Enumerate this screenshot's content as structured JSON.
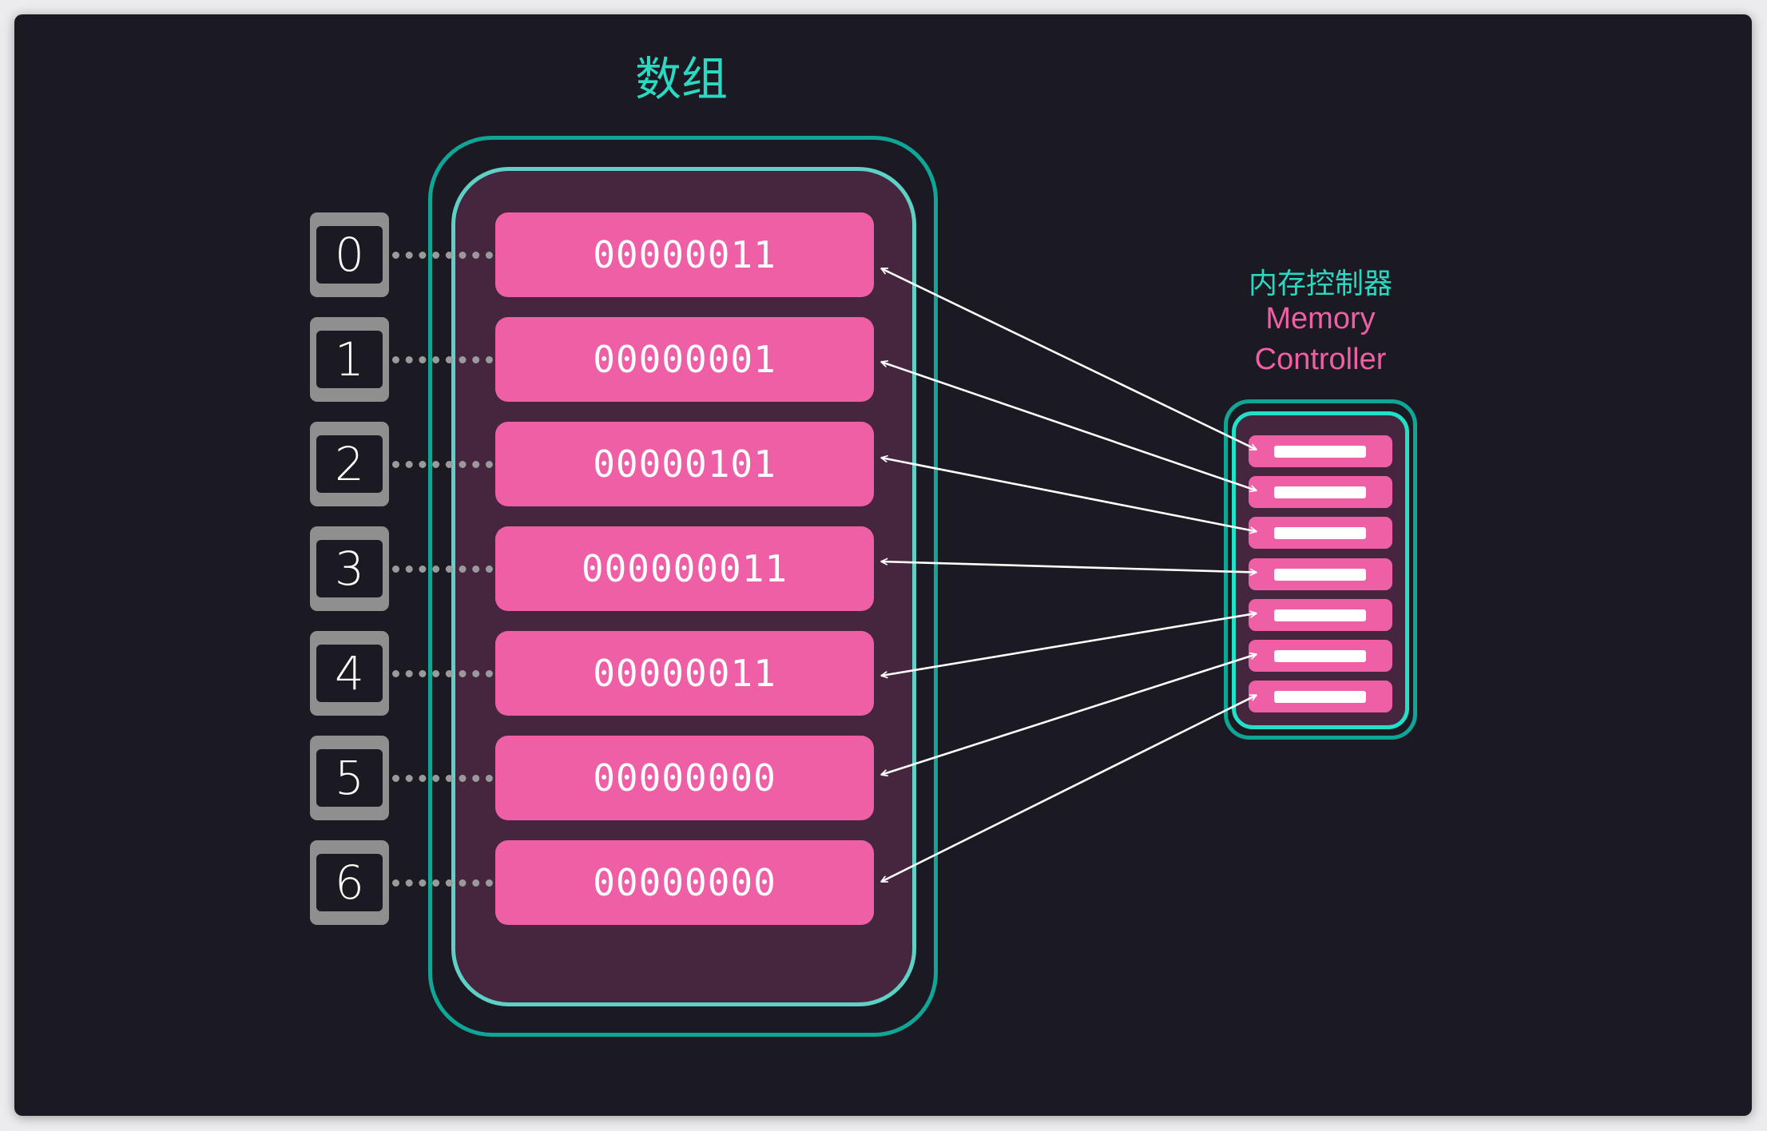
{
  "title": "数组",
  "array": {
    "indices": [
      "0",
      "1",
      "2",
      "3",
      "4",
      "5",
      "6"
    ],
    "cells": [
      "00000011",
      "00000001",
      "00000101",
      "000000011",
      "00000011",
      "00000000",
      "00000000"
    ]
  },
  "memory_controller": {
    "label_zh": "内存控制器",
    "label_en_line1": "Memory",
    "label_en_line2": "Controller",
    "slot_count": 7
  },
  "connections": [
    {
      "cell": 0,
      "slot": 0
    },
    {
      "cell": 1,
      "slot": 1
    },
    {
      "cell": 2,
      "slot": 2
    },
    {
      "cell": 3,
      "slot": 3
    },
    {
      "cell": 4,
      "slot": 4
    },
    {
      "cell": 5,
      "slot": 5
    },
    {
      "cell": 6,
      "slot": 6
    }
  ],
  "colors": {
    "background": "#1b1922",
    "title_teal": "#2bd9c3",
    "cell_pink": "#ef5fa6",
    "container_fill": "#45263e",
    "outer_border": "#0fa597",
    "inner_border": "#5fd0c6",
    "index_gray": "#8f8f8f"
  }
}
